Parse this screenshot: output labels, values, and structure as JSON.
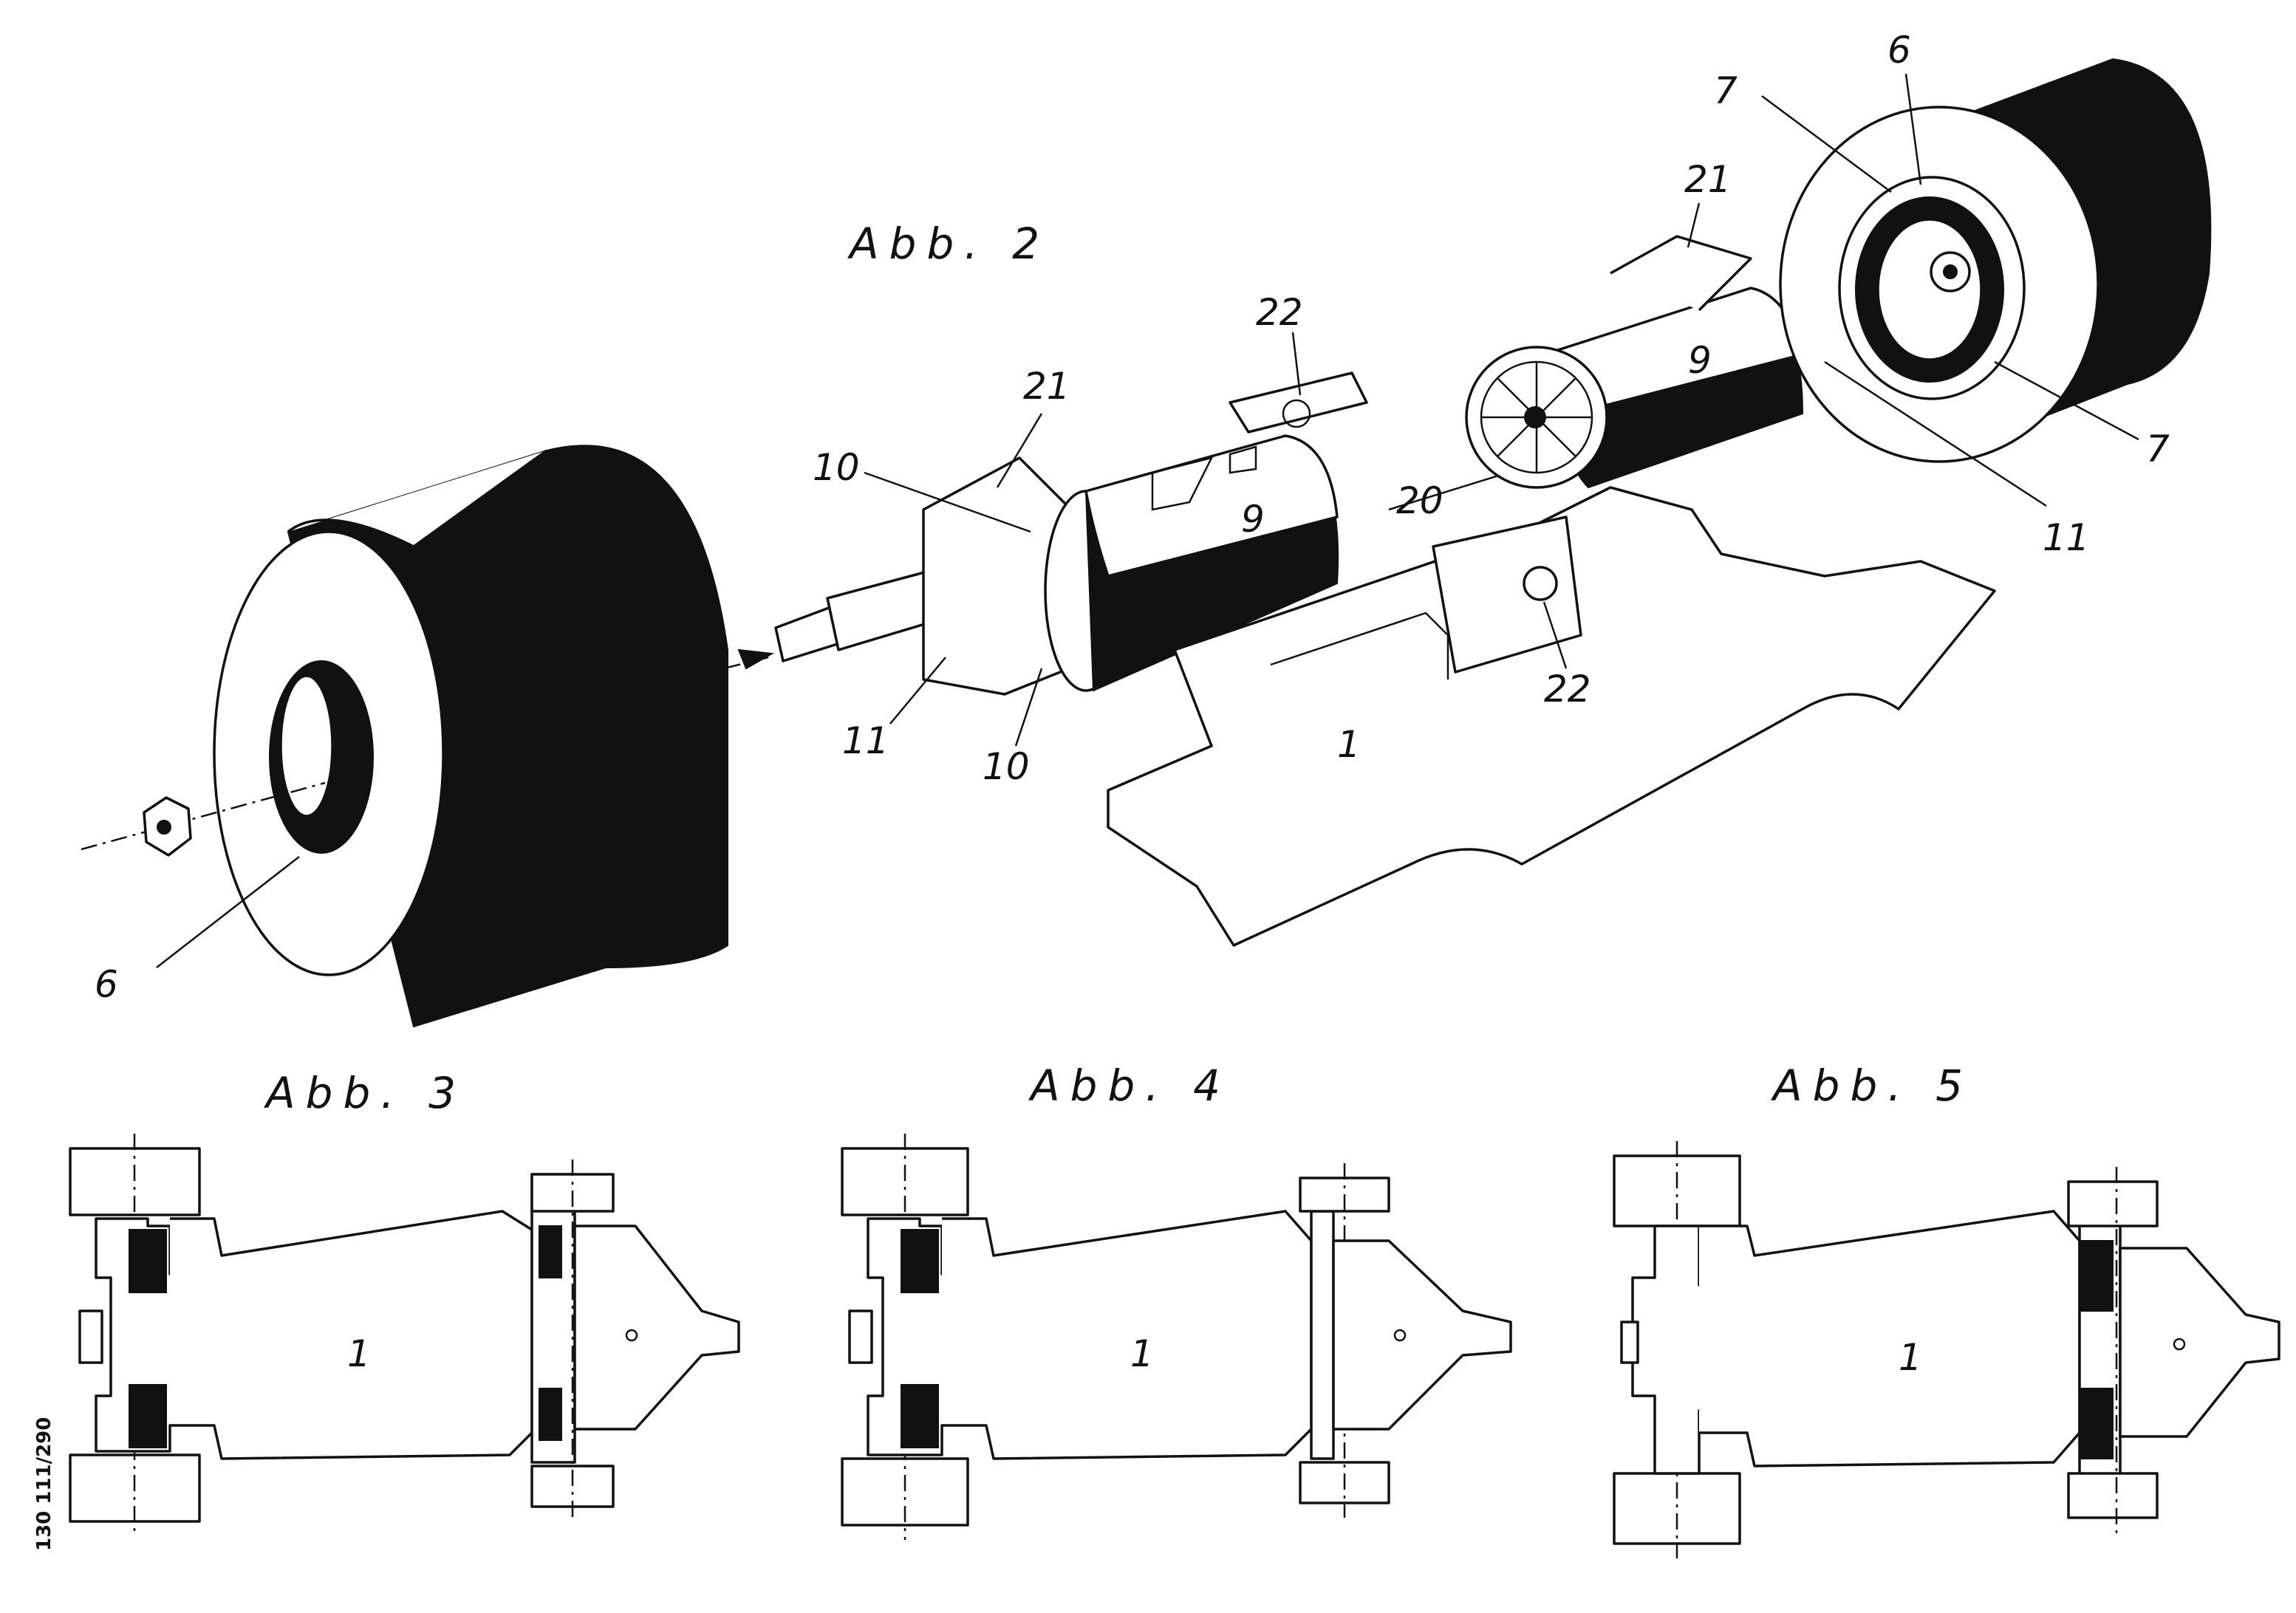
{
  "figures": {
    "abb2": {
      "title": "Abb. 2"
    },
    "abb3": {
      "title": "Abb. 3",
      "body_label": "1"
    },
    "abb4": {
      "title": "Abb. 4",
      "body_label": "1"
    },
    "abb5": {
      "title": "Abb. 5",
      "body_label": "1"
    }
  },
  "reference_numerals": {
    "wheel_left_6": "6",
    "wheel_right_6": "6",
    "ring_gear_7_top": "7",
    "ring_gear_7_right": "7",
    "motor_left_9": "9",
    "motor_right_9": "9",
    "mount_10_upper": "10",
    "mount_10_lower": "10",
    "pinion_11_left": "11",
    "pinion_11_right": "11",
    "bracket_21_left": "21",
    "bracket_21_right": "21",
    "bearing_22_top": "22",
    "bearing_22_bottom": "22",
    "frame_20": "20",
    "chassis_1": "1"
  },
  "document_code": "130 111/290",
  "colors": {
    "ink": "#111111",
    "paper": "#ffffff"
  }
}
